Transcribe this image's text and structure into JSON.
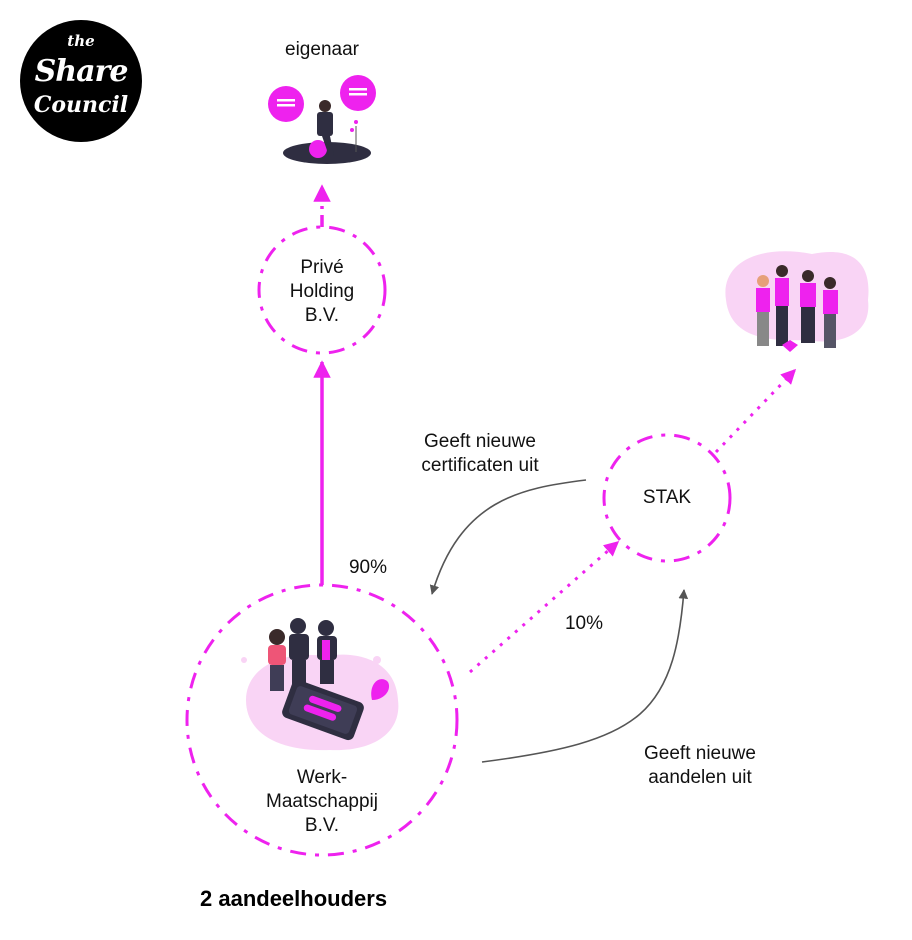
{
  "logo": {
    "line1": "the",
    "line2": "Share",
    "line3": "Council"
  },
  "nodes": {
    "owner": "eigenaar",
    "prive_holding": [
      "Privé",
      "Holding",
      "B.V."
    ],
    "stak": "STAK",
    "werkmaatschappij": [
      "Werk-",
      "Maatschappij",
      "B.V."
    ]
  },
  "edges": {
    "pct_90": "90%",
    "pct_10": "10%",
    "certificates": [
      "Geeft nieuwe",
      "certificaten uit"
    ],
    "shares": [
      "Geeft nieuwe",
      "aandelen uit"
    ]
  },
  "caption": "2 aandeelhouders",
  "colors": {
    "accent": "#ee22ee",
    "accent_light": "#f9d4f5",
    "arrow_grey": "#555555",
    "ink": "#111111"
  }
}
